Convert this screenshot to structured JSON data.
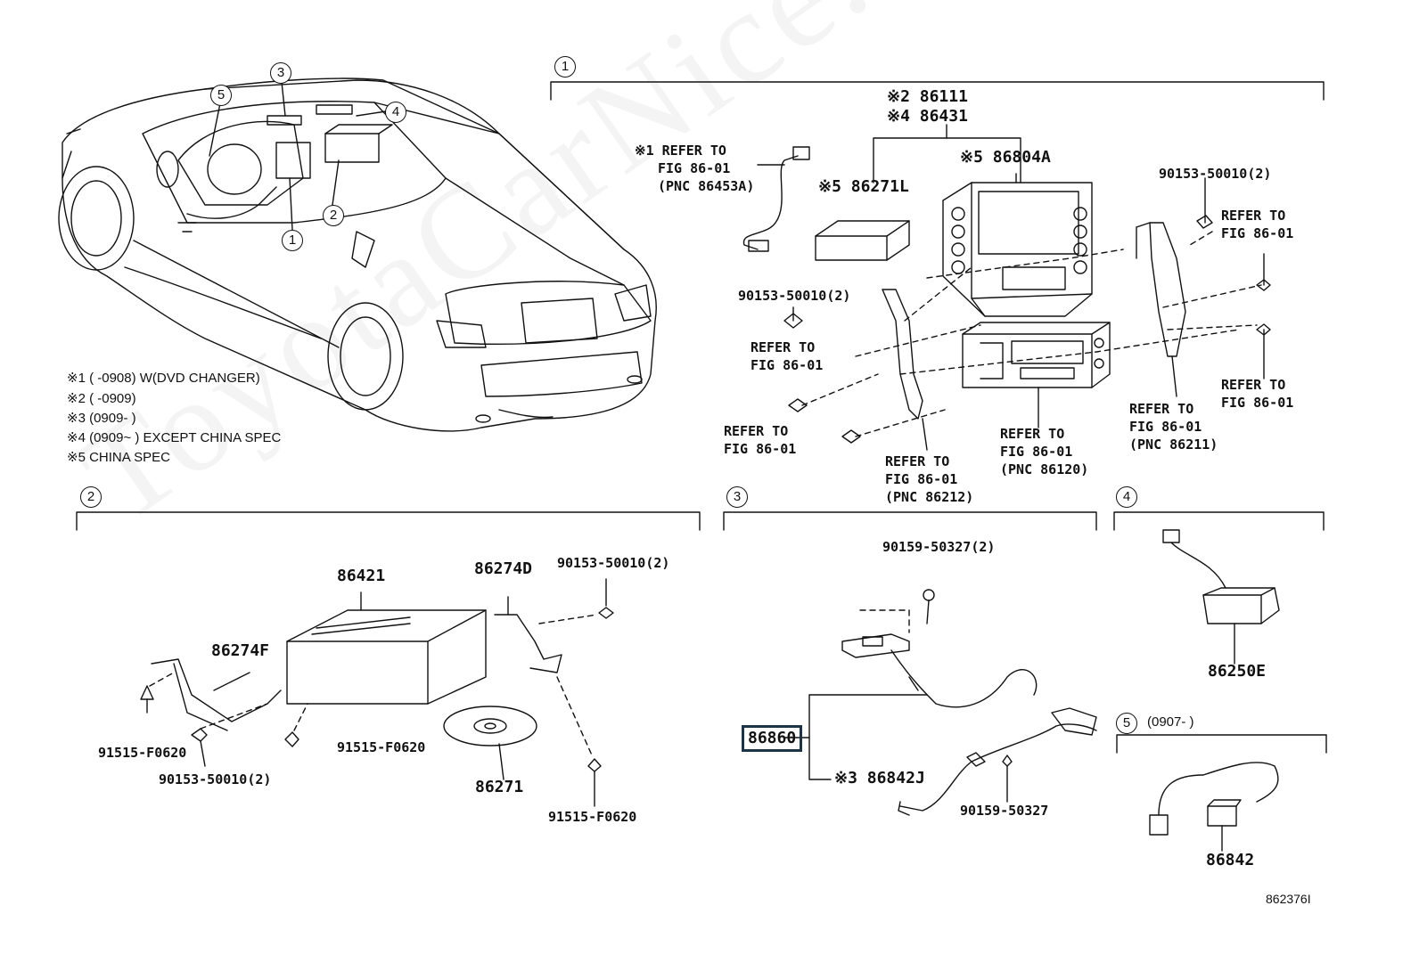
{
  "watermark": "ToyotaCarNice.ru",
  "callouts": {
    "c1": "1",
    "c2": "2",
    "c3": "3",
    "c4": "4",
    "c5": "5"
  },
  "notes": [
    "※1 (    -0908) W(DVD CHANGER)",
    "※2 (    -0909)",
    "※3 (0909-    )",
    "※4 (0909~    ) EXCEPT CHINA SPEC",
    "※5 CHINA SPEC"
  ],
  "section1": {
    "p86111": "※2 86111",
    "p86431": "※4 86431",
    "p86804a": "※5 86804A",
    "p86271l": "※5 86271L",
    "ref_86453a": [
      "※1 REFER TO",
      "FIG 86-01",
      "(PNC 86453A)"
    ],
    "bolt_left": "90153-50010(2)",
    "bolt_right": "90153-50010(2)",
    "ref_left_a": [
      "REFER TO",
      "FIG 86-01"
    ],
    "ref_left_b": [
      "REFER TO",
      "FIG 86-01"
    ],
    "ref_86212": [
      "REFER TO",
      "FIG 86-01",
      "(PNC 86212)"
    ],
    "ref_86120": [
      "REFER TO",
      "FIG 86-01",
      "(PNC 86120)"
    ],
    "ref_86211": [
      "REFER TO",
      "FIG 86-01",
      "(PNC 86211)"
    ],
    "ref_right_top": [
      "REFER TO",
      "FIG 86-01"
    ],
    "ref_right_bot": [
      "REFER TO",
      "FIG 86-01"
    ]
  },
  "section2": {
    "p86421": "86421",
    "p86274d": "86274D",
    "p86274f": "86274F",
    "bolt_top": "90153-50010(2)",
    "screw_left": "91515-F0620",
    "bolt_bottom": "90153-50010(2)",
    "screw_mid": "91515-F0620",
    "p86271": "86271",
    "screw_right": "91515-F0620"
  },
  "section3": {
    "clip_top": "90159-50327(2)",
    "p86860": "86860",
    "p86842j": "※3 86842J",
    "clip_bottom": "90159-50327"
  },
  "section4": {
    "p86250e": "86250E"
  },
  "section5": {
    "date_range": "(0907-      )",
    "p86842": "86842"
  },
  "figure_id": "862376I"
}
